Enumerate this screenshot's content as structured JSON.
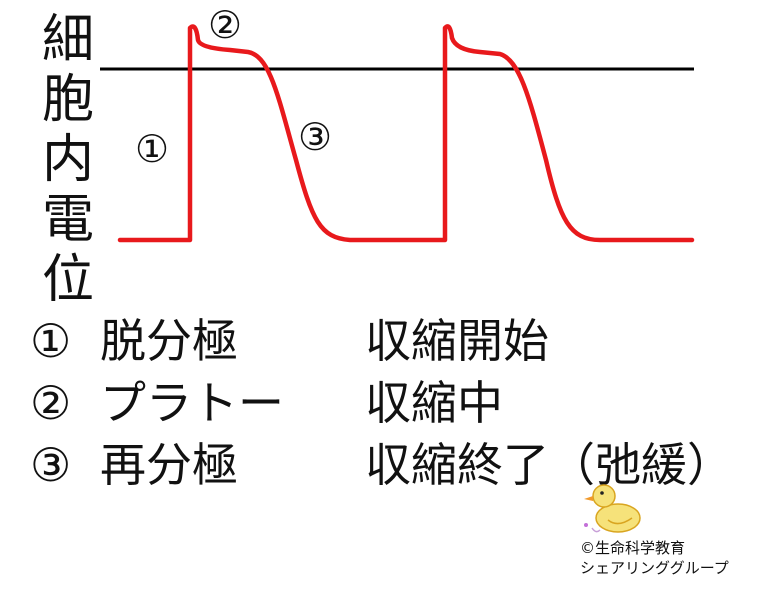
{
  "ylabel_chars": [
    "細",
    "胞",
    "内",
    "電",
    "位"
  ],
  "markers": {
    "m1": "①",
    "m2": "②",
    "m3": "③"
  },
  "legend": [
    {
      "num": "①",
      "phase": "脱分極",
      "desc": "収縮開始"
    },
    {
      "num": "②",
      "phase": "プラトー",
      "desc": "収縮中"
    },
    {
      "num": "③",
      "phase": "再分極",
      "desc": "収縮終了（弛緩）"
    }
  ],
  "credit": {
    "line1": "©生命科学教育",
    "line2": "シェアリンググループ"
  },
  "colors": {
    "trace": "#e8191c",
    "axis": "#000000"
  }
}
